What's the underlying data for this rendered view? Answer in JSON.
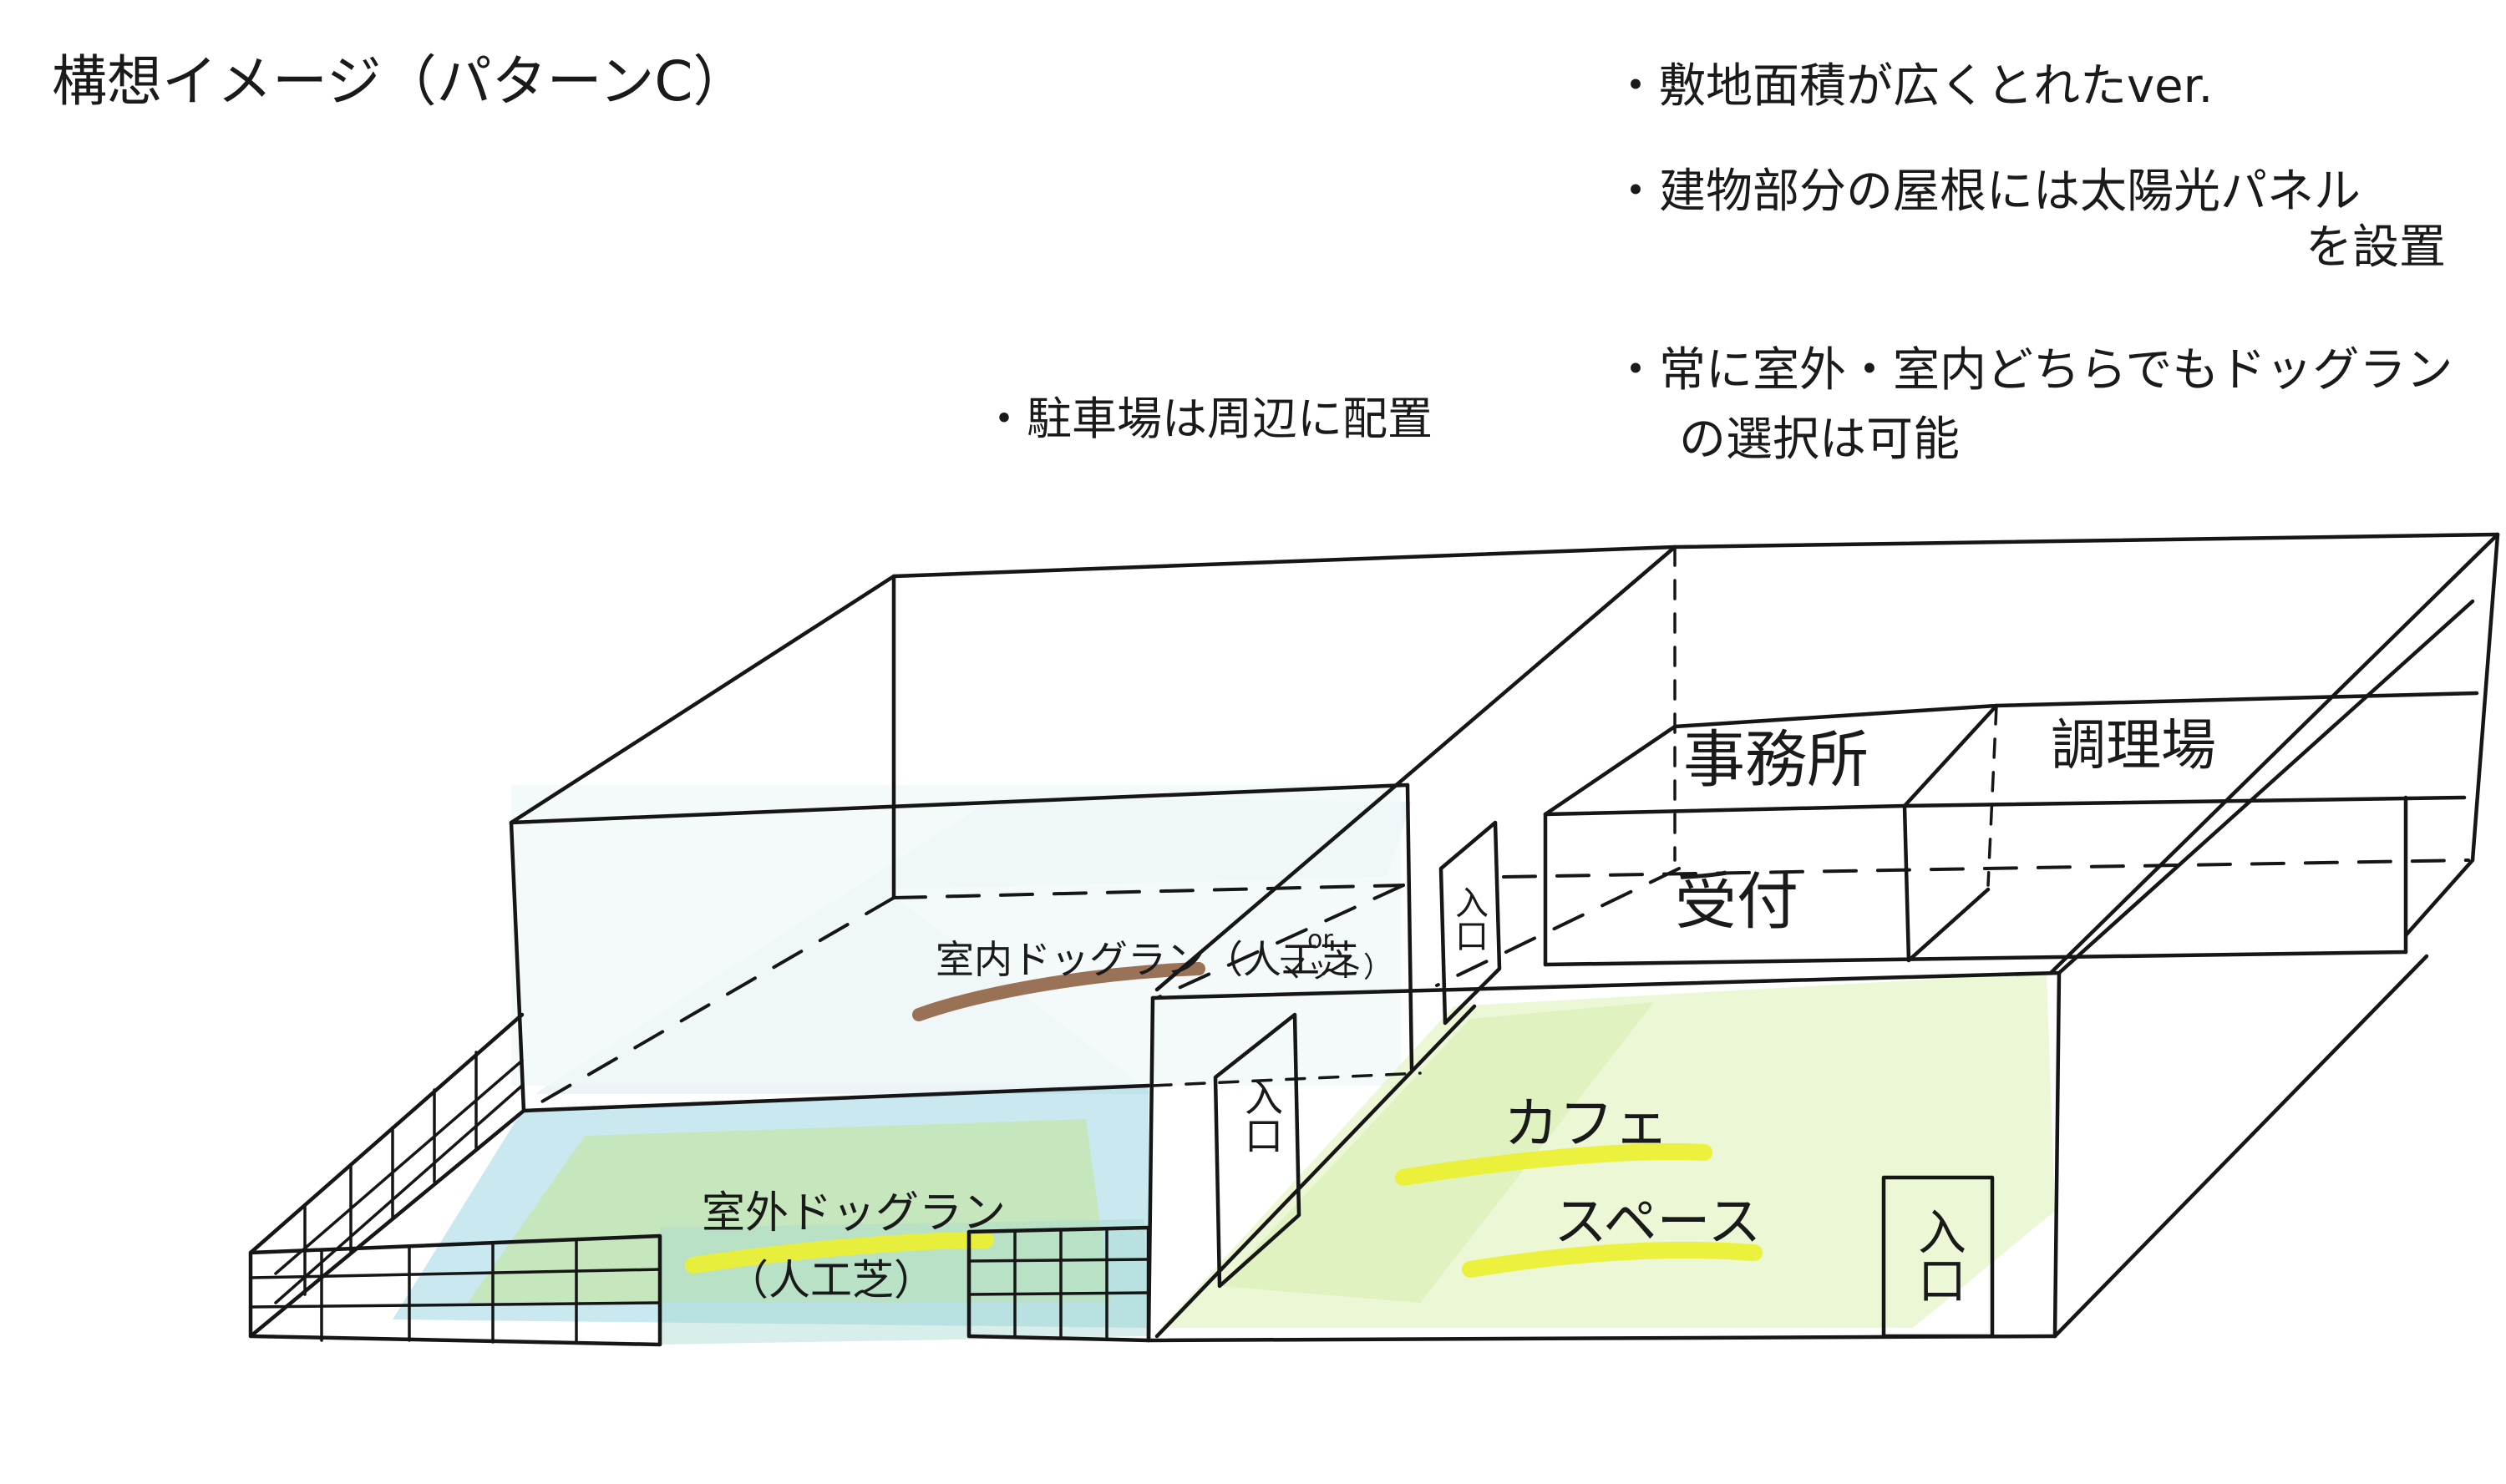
{
  "title": "構想イメージ（パターンC）",
  "notes": [
    {
      "bullet": "・",
      "lines": [
        "敷地面積が広くとれたver."
      ]
    },
    {
      "bullet": "・",
      "lines": [
        "建物部分の屋根には太陽光パネル",
        "を設置"
      ]
    },
    {
      "bullet": "・",
      "lines": [
        "常に室外・室内どちらでもドッグラン",
        "の選択は可能"
      ]
    }
  ],
  "parking_note": "・駐車場は周辺に配置",
  "rooms": {
    "office": "事務所",
    "kitchen": "調理場",
    "reception": "受付",
    "indoor_dogrun": "室内ドッグラン（人工芝",
    "indoor_dogrun_or": "or",
    "indoor_dogrun_mat": "マット）",
    "outdoor_dogrun": "室外ドッグラン",
    "outdoor_dogrun_sub": "（人工芝）",
    "cafe_line1": "カフェ",
    "cafe_line2": "スペース"
  },
  "entrances": [
    "入口",
    "入口",
    "入口"
  ],
  "colors": {
    "ink": "#161616",
    "grass_blue": "#8fd0e0",
    "grass_green": "#b8e07a",
    "highlight_yellow": "#ecef2c",
    "highlight_brown": "#8a5a3a"
  }
}
